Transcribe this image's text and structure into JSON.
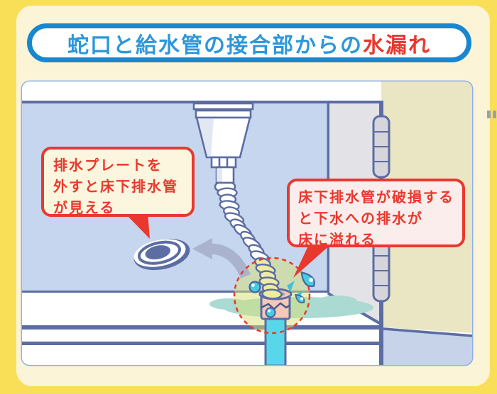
{
  "title": {
    "prefix": "蛇口と給水管の接合部からの",
    "highlight": "水漏れ"
  },
  "callouts": {
    "left": {
      "line1": "排水プレートを",
      "line2": "外すと床下排水管",
      "line3": "が見える"
    },
    "right": {
      "line1": "床下排水管が破損する",
      "line2": "と下水への排水が",
      "line3": "床に溢れる"
    }
  },
  "palette": {
    "page_background": "#F9DF58",
    "panel_background": "#FCF4D6",
    "title_border": "#1787D1",
    "title_text_blue": "#2E97D9",
    "accent_red": "#E9382E",
    "illustration_border": "#8FB2E8",
    "outline_blue_gray": "#5C6DA3",
    "cabinet_wall_blue": "#C6D6EF",
    "door_gray": "#E3E3E7",
    "beige_wall": "#EAE5C2",
    "outside_floor_blue": "#C6D3E9",
    "pipe_cyan": "#59D7EA",
    "broken_pipe_pink": "#F4C9B8",
    "water_drop_teal": "#44CDE2",
    "puddle_teal": "#AADAD2",
    "arrow_gray": "#A9B3CE",
    "highlight_fill": "#D5E074"
  }
}
